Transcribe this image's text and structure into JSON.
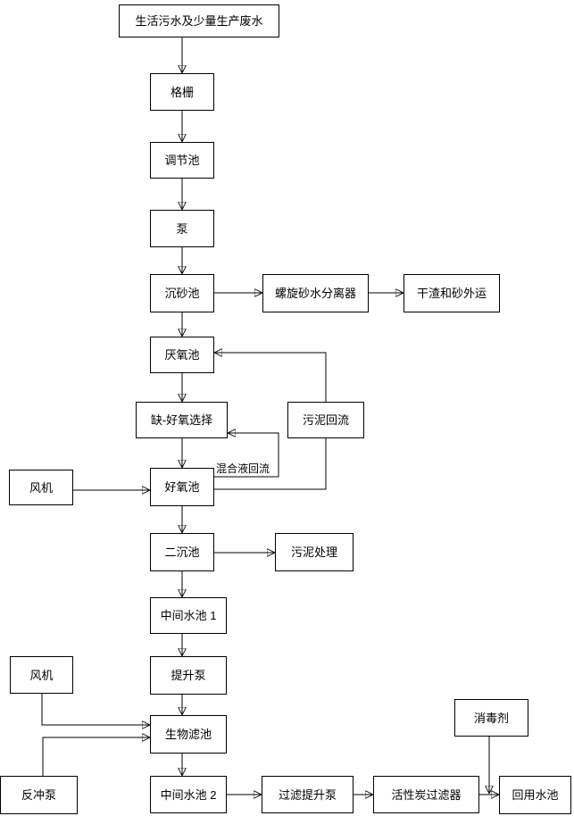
{
  "diagram": {
    "type": "flowchart",
    "subject": "wastewater-treatment-process",
    "nodes": {
      "influent": "生活污水及少量生产废水",
      "bar_screen": "格栅",
      "equalization_tank": "调节池",
      "pump": "泵",
      "grit_chamber": "沉砂池",
      "spiral_separator": "螺旋砂水分离器",
      "residue_disposal": "干渣和砂外运",
      "anaerobic_tank": "厌氧池",
      "anoxic_aerobic_selector": "缺-好氧选择",
      "sludge_return": "污泥回流",
      "blower_top": "风机",
      "aerobic_tank": "好氧池",
      "secondary_clarifier": "二沉池",
      "sludge_treatment": "污泥处理",
      "intermediate_tank_1": "中间水池 1",
      "blower_bottom": "风机",
      "lift_pump": "提升泵",
      "biofilter": "生物滤池",
      "backwash_pump": "反冲泵",
      "intermediate_tank_2": "中间水池 2",
      "filter_lift_pump": "过滤提升泵",
      "activated_carbon_filter": "活性炭过滤器",
      "disinfectant": "消毒剂",
      "reuse_tank": "回用水池"
    },
    "edge_labels": {
      "mixed_liquor_return": "混合液回流"
    },
    "colors": {
      "line": "#000000",
      "box_border": "#000000",
      "box_fill": "#ffffff",
      "background": "#ffffff",
      "text": "#000000"
    }
  }
}
